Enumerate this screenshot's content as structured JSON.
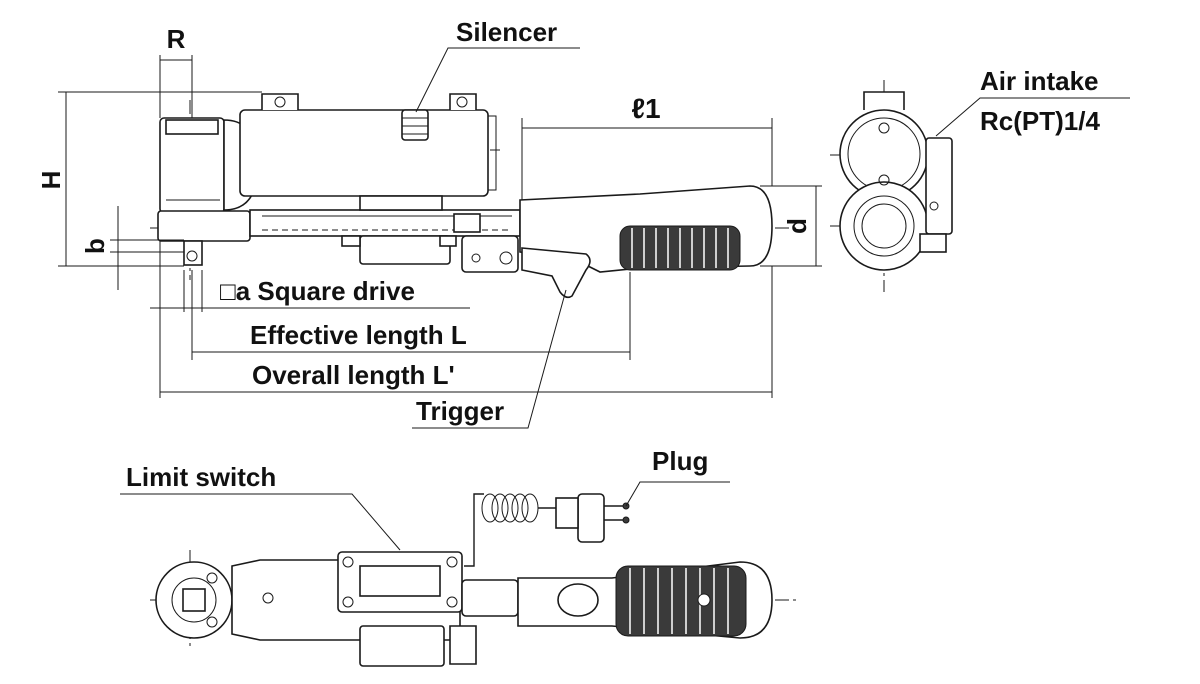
{
  "labels": {
    "R": "R",
    "silencer": "Silencer",
    "air_intake": "Air intake",
    "rc_pt": "Rc(PT)1/4",
    "l1": "ℓ1",
    "H": "H",
    "b": "b",
    "d": "d",
    "square_drive": "□a Square drive",
    "effective_length": "Effective length L",
    "overall_length": "Overall length L'",
    "trigger": "Trigger",
    "limit_switch": "Limit switch",
    "plug": "Plug"
  },
  "colors": {
    "line": "#1a1a1a",
    "dark_fill": "#3a3a3a",
    "background": "#ffffff"
  }
}
